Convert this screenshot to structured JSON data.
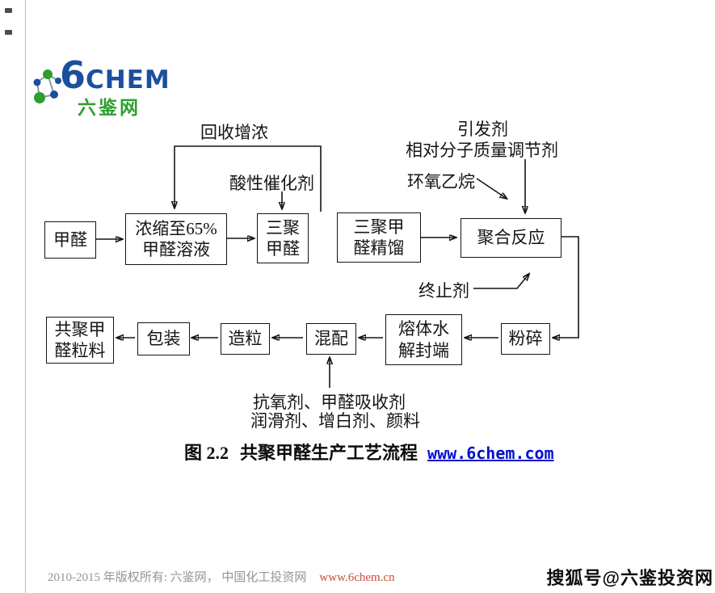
{
  "logo": {
    "mark": "6",
    "name": "CHEM",
    "subtitle": "六鉴网"
  },
  "flowchart": {
    "boxes": {
      "formaldehyde": "甲醛",
      "concentrate": "浓缩至65%\n甲醛溶液",
      "trioxane": "三聚\n甲醛",
      "trioxane_distillation": "三聚甲\n醛精馏",
      "polymerization": "聚合反应",
      "copolymer_pellets": "共聚甲\n醛粒料",
      "packaging": "包装",
      "granulation": "造粒",
      "compounding": "混配",
      "melt_hydrolysis_endcapping": "熔体水\n解封端",
      "crushing": "粉碎"
    },
    "labels": {
      "recycle_concentration": "回收增浓",
      "acid_catalyst": "酸性催化剂",
      "initiator": "引发剂",
      "molecular_weight_regulator": "相对分子质量调节剂",
      "ethylene_oxide": "环氧乙烷",
      "terminator": "终止剂",
      "additives_line1": "抗氧剂、甲醛吸收剂",
      "additives_line2": "润滑剂、增白剂、颜料"
    }
  },
  "caption": {
    "label": "图 2.2",
    "title": "共聚甲醛生产工艺流程",
    "link": "www.6chem.com"
  },
  "footer": {
    "copyright": "2010-2015 年版权所有: 六鉴网， 中国化工投资网",
    "link": "www.6chem.cn",
    "watermark": "搜狐号@六鉴投资网"
  },
  "colors": {
    "brand_blue": "#1b4f9e",
    "brand_green": "#2f9e2f",
    "caption_link_blue": "#0011cc",
    "footer_link_red": "#c6503a"
  }
}
